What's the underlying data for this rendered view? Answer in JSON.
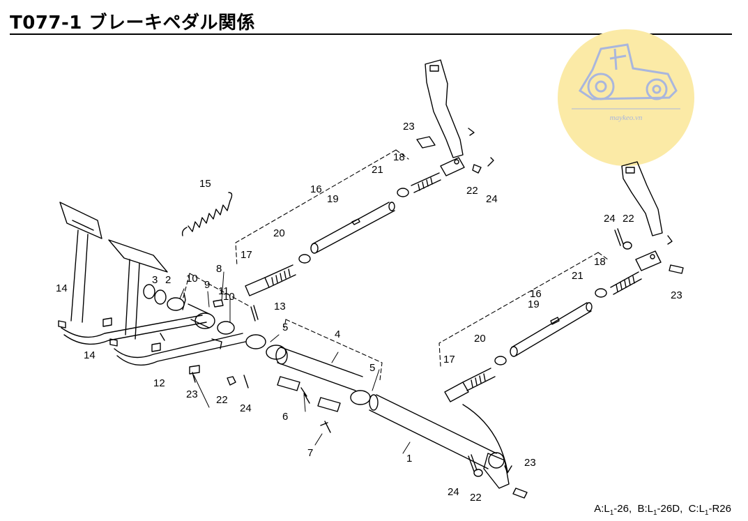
{
  "header": {
    "title": "T077-1 ブレーキペダル関係"
  },
  "footer": {
    "models": [
      {
        "prefix": "A:L",
        "sub": "1",
        "suffix": "-26"
      },
      {
        "prefix": "B:L",
        "sub": "1",
        "suffix": "-26D"
      },
      {
        "prefix": "C:L",
        "sub": "1",
        "suffix": "-R26"
      }
    ]
  },
  "watermark": {
    "text": "maykeo.vn",
    "icon": "tractor-icon",
    "color": "#fbeaa6"
  },
  "colors": {
    "line": "#000000",
    "background": "#ffffff"
  },
  "callouts": [
    {
      "id": "c1",
      "label": "1"
    },
    {
      "id": "c2",
      "label": "2"
    },
    {
      "id": "c3",
      "label": "3"
    },
    {
      "id": "c4",
      "label": "4"
    },
    {
      "id": "c5a",
      "label": "5"
    },
    {
      "id": "c5b",
      "label": "5"
    },
    {
      "id": "c6",
      "label": "6"
    },
    {
      "id": "c7",
      "label": "7"
    },
    {
      "id": "c8",
      "label": "8"
    },
    {
      "id": "c9",
      "label": "9"
    },
    {
      "id": "c10a",
      "label": "10"
    },
    {
      "id": "c10b",
      "label": "10"
    },
    {
      "id": "c11",
      "label": "11"
    },
    {
      "id": "c12",
      "label": "12"
    },
    {
      "id": "c13",
      "label": "13"
    },
    {
      "id": "c14a",
      "label": "14"
    },
    {
      "id": "c14b",
      "label": "14"
    },
    {
      "id": "c15",
      "label": "15"
    },
    {
      "id": "c16a",
      "label": "16"
    },
    {
      "id": "c16b",
      "label": "16"
    },
    {
      "id": "c17a",
      "label": "17"
    },
    {
      "id": "c17b",
      "label": "17"
    },
    {
      "id": "c18a",
      "label": "18"
    },
    {
      "id": "c18b",
      "label": "18"
    },
    {
      "id": "c19a",
      "label": "19"
    },
    {
      "id": "c19b",
      "label": "19"
    },
    {
      "id": "c20a",
      "label": "20"
    },
    {
      "id": "c20b",
      "label": "20"
    },
    {
      "id": "c21a",
      "label": "21"
    },
    {
      "id": "c21b",
      "label": "21"
    },
    {
      "id": "c22a",
      "label": "22"
    },
    {
      "id": "c22b",
      "label": "22"
    },
    {
      "id": "c22c",
      "label": "22"
    },
    {
      "id": "c22d",
      "label": "22"
    },
    {
      "id": "c23a",
      "label": "23"
    },
    {
      "id": "c23b",
      "label": "23"
    },
    {
      "id": "c23c",
      "label": "23"
    },
    {
      "id": "c23d",
      "label": "23"
    },
    {
      "id": "c24a",
      "label": "24"
    },
    {
      "id": "c24b",
      "label": "24"
    },
    {
      "id": "c24c",
      "label": "24"
    },
    {
      "id": "c24d",
      "label": "24"
    }
  ]
}
